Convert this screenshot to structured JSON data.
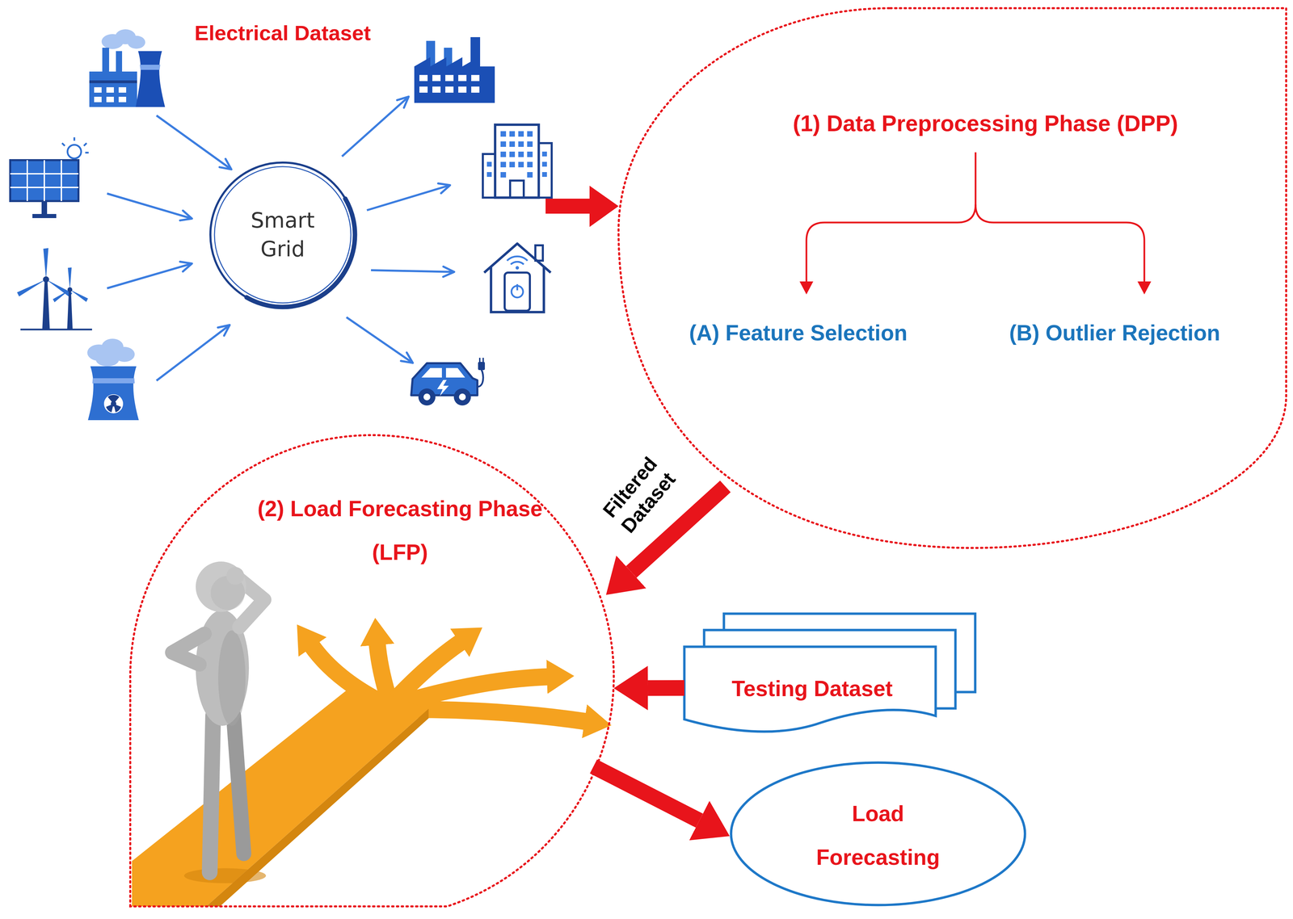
{
  "diagram": {
    "nodes": [
      {
        "text": [
          "Smart Grid"
        ]
      },
      {
        "text": [
          "(1) Data Preprocessing Phase (DPP)",
          "(A) Feature Selection",
          "(B) Outlier Rejection"
        ]
      },
      {
        "text": [
          "(2) Load Forecasting Phase (LFP)"
        ]
      },
      {
        "text": [
          "Testing Dataset"
        ]
      },
      {
        "text": [
          "Load Forecasting"
        ]
      }
    ],
    "edges": [
      {
        "from": 1,
        "to": 2,
        "label": "Filtered Dataset",
        "arrow": "to"
      },
      {
        "from": 3,
        "to": 2,
        "arrow": "to"
      },
      {
        "from": 2,
        "to": 4,
        "arrow": "to"
      }
    ],
    "labels": [
      "Electrical Dataset"
    ]
  }
}
